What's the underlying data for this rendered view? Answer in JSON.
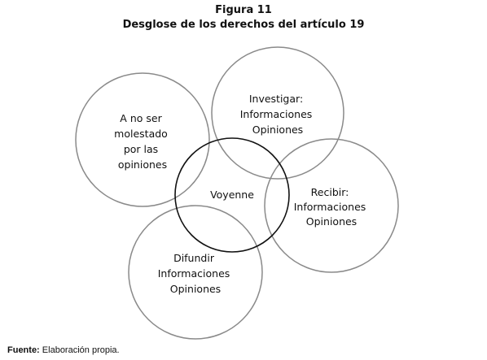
{
  "figure": {
    "label": "Figura 11",
    "title": "Desglose de los derechos del artículo 19"
  },
  "nodes": {
    "no_molestado": {
      "lines": [
        "A no ser",
        "molestado",
        "por las",
        "opiniones"
      ]
    },
    "investigar": {
      "lines": [
        "Investigar:",
        "Informaciones",
        "Opiniones"
      ]
    },
    "recibir": {
      "lines": [
        "Recibir:",
        "Informaciones",
        "Opiniones"
      ]
    },
    "difundir": {
      "lines": [
        "Difundir",
        "Informaciones",
        "Opiniones"
      ]
    },
    "voyenne": {
      "lines": [
        "Voyenne"
      ]
    }
  },
  "caption": {
    "label": "Fuente:",
    "text": "Elaboración propia."
  }
}
